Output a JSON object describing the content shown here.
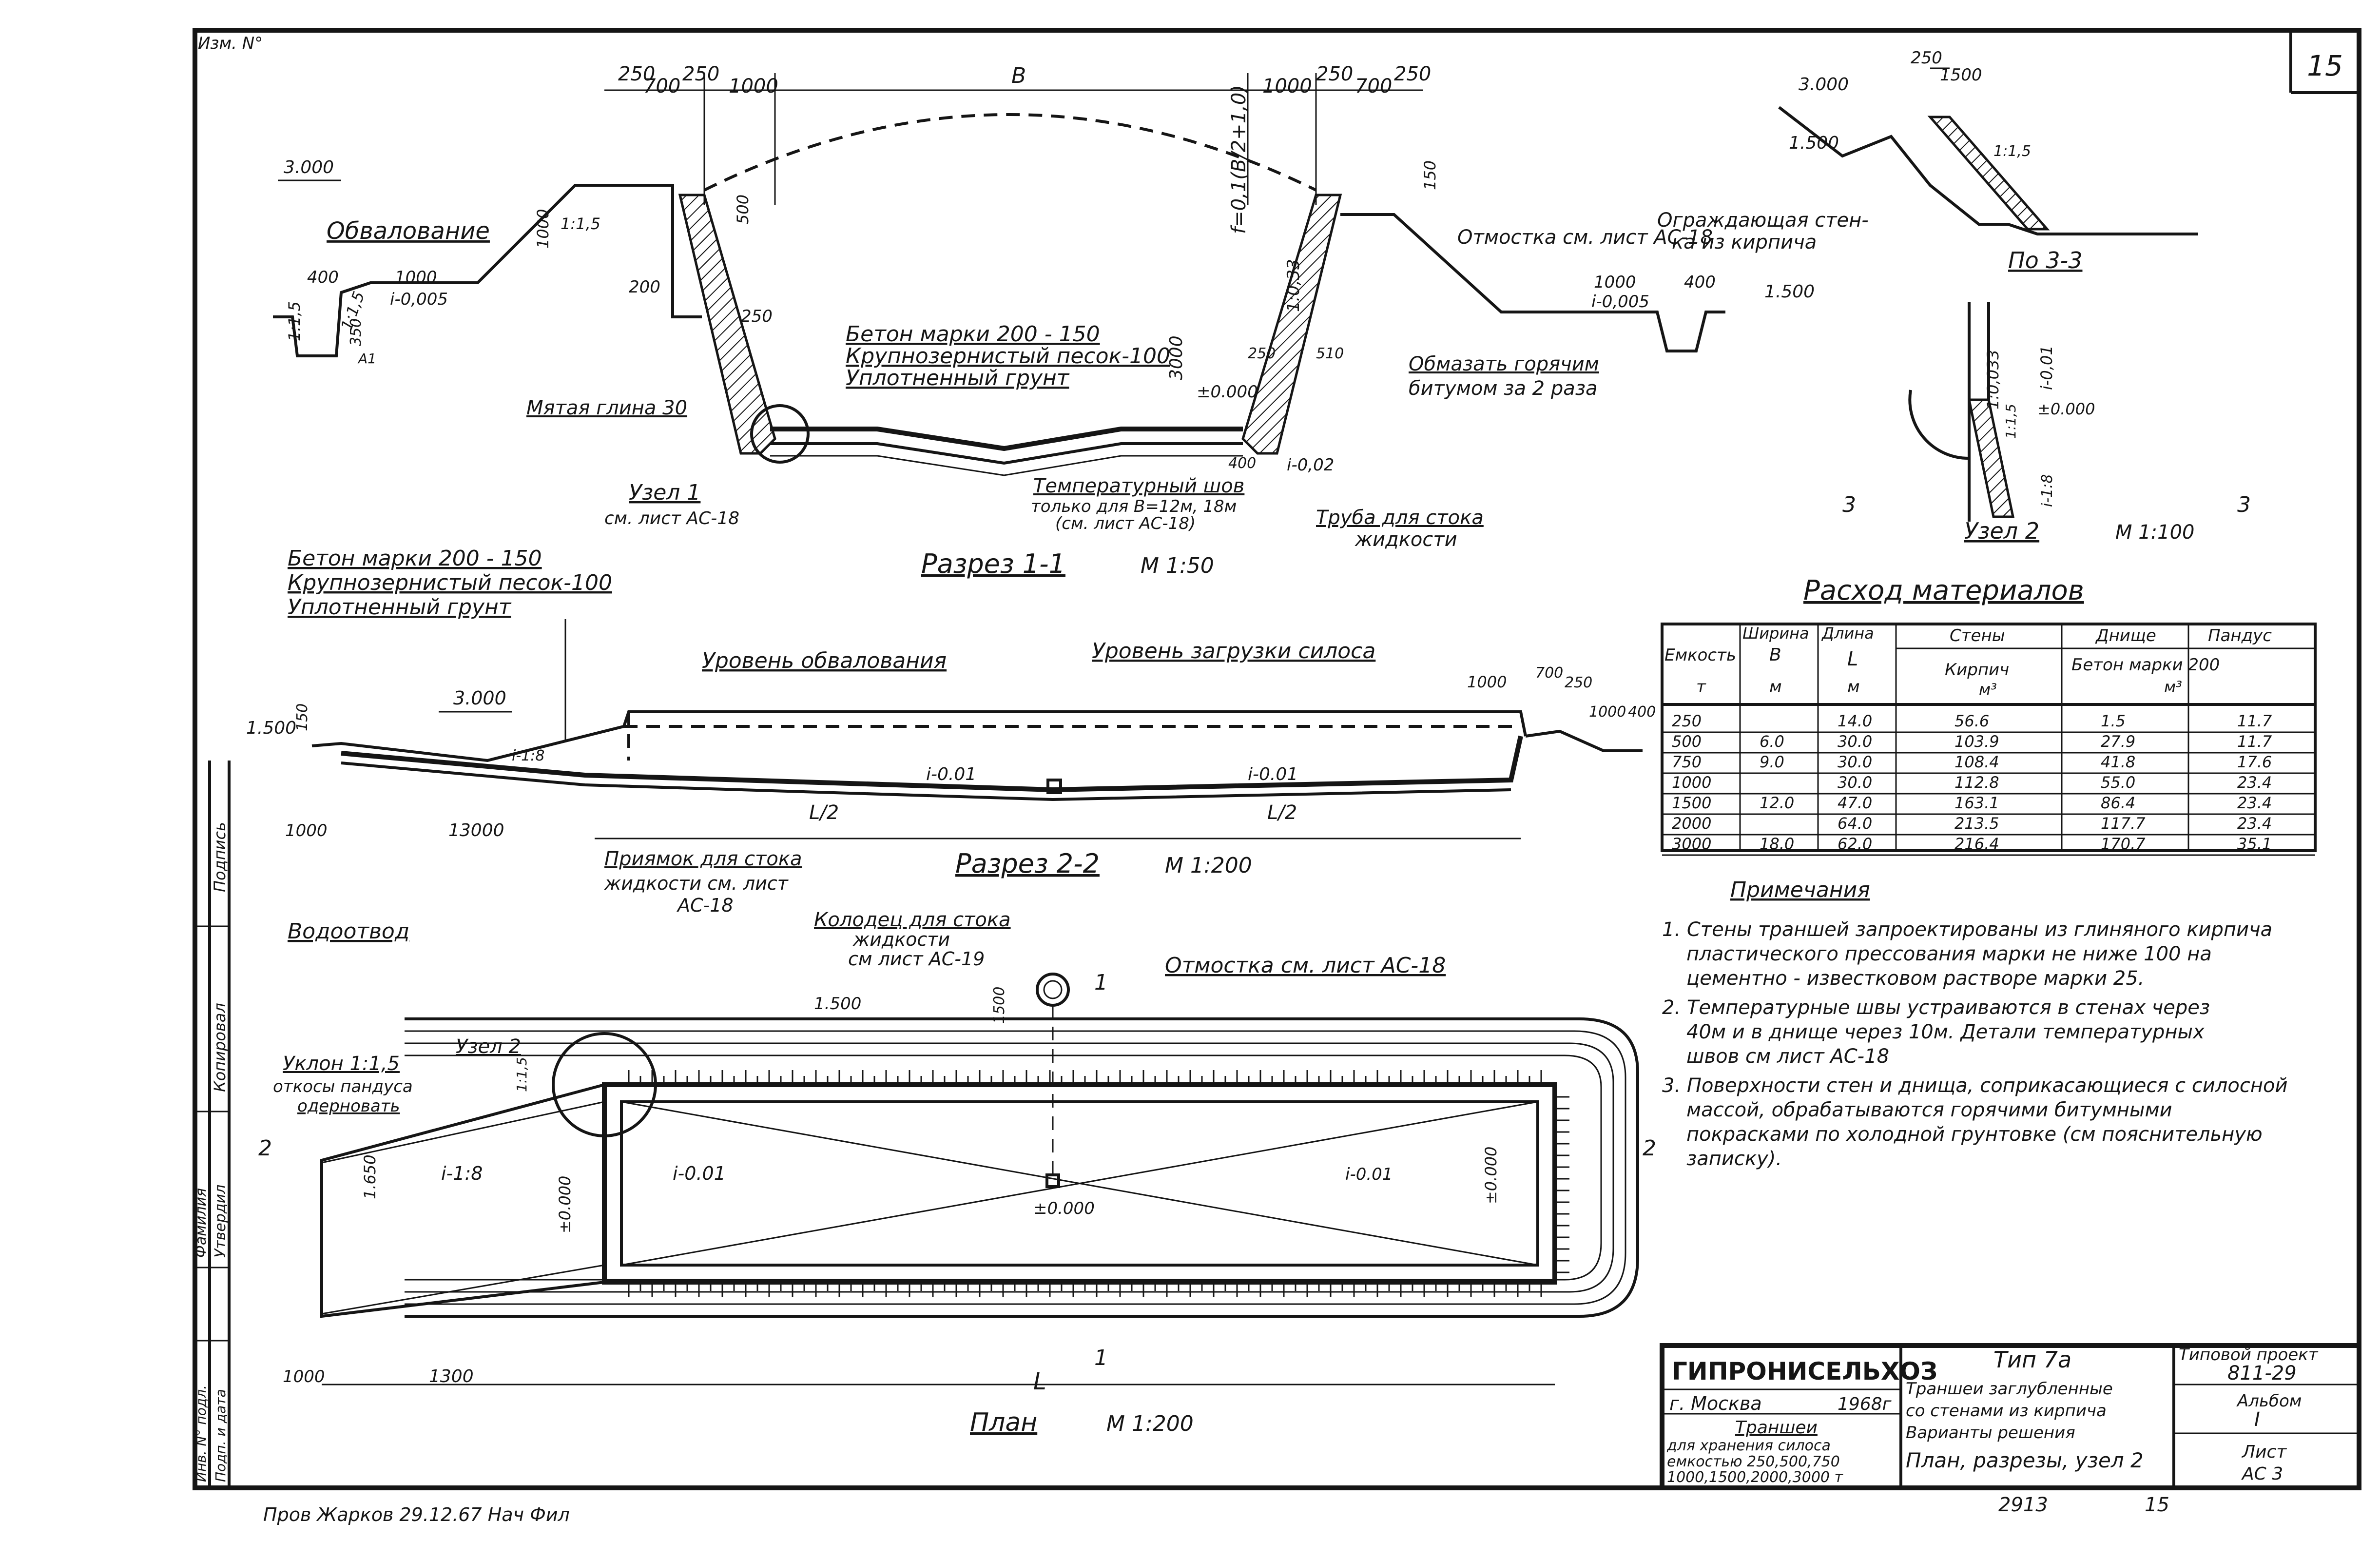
{
  "sheet": {
    "number": "15",
    "stamp_org": "ГИПРОНИСЕЛЬХОЗ",
    "stamp_city": "г. Москва",
    "stamp_year": "1968г",
    "stamp_title_1": "Траншеи",
    "stamp_title_2": "для хранения силоса",
    "stamp_title_3": "емкостью 250,500,750",
    "stamp_title_4": "1000,1500,2000,3000 т",
    "type_label": "Тип 7а",
    "type_desc_1": "Траншеи заглубленные",
    "type_desc_2": "со стенами из кирпича",
    "type_desc_3": "Варианты решения",
    "type_desc_4": "План, разрезы, узел 2",
    "project_label": "Типовой проект",
    "project_no": "811-29",
    "album_label": "Альбом",
    "album_no": "I",
    "sheet_label": "Лист",
    "sheet_no": "АС 3",
    "bottom_code": "2913",
    "bottom_right": "15",
    "signature_line": "Пров  Жарков  29.12.67  Нач  Фил"
  },
  "sidebar": {
    "label_1": "Изм. N°",
    "label_2": "Подпись",
    "label_3": "Копировал",
    "label_4": "Фамилия",
    "label_5": "Утвердил",
    "label_6": "Инв. N° подл.",
    "label_7": "Подп. и дата"
  },
  "section11": {
    "title": "Разрез 1-1",
    "scale": "М 1:50",
    "dim_250a": "250",
    "dim_700a": "700",
    "dim_250b": "250",
    "dim_1000a": "1000",
    "dim_B": "В",
    "dim_1000b": "1000",
    "dim_250c": "250",
    "dim_700b": "700",
    "dim_250d": "250",
    "lvl_3000": "3.000",
    "obvalovanie": "Обвалование",
    "dim_400a": "400",
    "dim_1000c": "1000",
    "slope_i1": "i-0,005",
    "slope_15a": "1:1,5",
    "slope_15b": "1:1,5",
    "slope_15c": "1:1,5",
    "dim_200": "200",
    "dim_1000v": "1000",
    "dim_350": "350",
    "dim_500": "500",
    "dim_250e": "250",
    "dim_A1": "А1",
    "f_formula": "f=0,1(B/2+1,0)",
    "dim_150": "150",
    "otmostka": "Отмостка см. лист АС-18",
    "slope_033": "1:0,33",
    "concrete": "Бетон марки 200 - 150",
    "sand": "Крупнозернистый песок-100",
    "soil": "Уплотненный грунт",
    "dim_3000": "3000",
    "lvl_0000": "±0.000",
    "dim_250f": "250",
    "dim_510": "510",
    "slope_i2": "i-0,005",
    "dim_1000d": "1000",
    "dim_400b": "400",
    "lvl_1500": "1.500",
    "clay": "Мятая глина 30",
    "bitumen_1": "Обмазать горячим",
    "bitumen_2": "битумом за 2 раза",
    "node1_1": "Узел 1",
    "node1_2": "см. лист АС-18",
    "temp_joint_1": "Температурный шов",
    "temp_joint_2": "только для В=12м, 18м",
    "temp_joint_3": "(см. лист АС-18)",
    "dim_400c": "400",
    "slope_002": "i-0,02",
    "pipe_1": "Труба для стока",
    "pipe_2": "жидкости"
  },
  "section33": {
    "title": "По 3-3",
    "dim_250": "250",
    "dim_1500": "1500",
    "lvl_3000": "3.000",
    "lvl_1500": "1.500",
    "slope_15": "1:1,5",
    "wall_1": "Ограждающая стен-",
    "wall_2": "ка из кирпича"
  },
  "node2": {
    "title": "Узел 2",
    "scale": "М 1:100",
    "slope_001": "i-0,01",
    "slope_033": "1:0,033",
    "slope_15": "1:1,5",
    "lvl_0000": "±0.000",
    "slope_18": "i-1:8",
    "mark_3a": "3",
    "mark_3b": "3"
  },
  "materials": {
    "title": "Расход материалов",
    "h_capacity": "Емкость",
    "h_capacity_unit": "т",
    "h_width": "Ширина",
    "h_width_sym": "В",
    "h_width_unit": "м",
    "h_length": "Длина",
    "h_length_sym": "L",
    "h_length_unit": "м",
    "h_walls": "Стены",
    "h_walls_sub": "Кирпич",
    "h_walls_unit": "м³",
    "h_bottom": "Днище",
    "h_ramp": "Пандус",
    "h_concrete": "Бетон марки 200",
    "h_concrete_unit": "м³",
    "rows": [
      {
        "cap": "250",
        "w": "",
        "l": "14.0",
        "walls": "56.6",
        "bottom": "1.5",
        "ramp": "11.7"
      },
      {
        "cap": "500",
        "w": "6.0",
        "l": "30.0",
        "walls": "103.9",
        "bottom": "27.9",
        "ramp": "11.7"
      },
      {
        "cap": "750",
        "w": "9.0",
        "l": "30.0",
        "walls": "108.4",
        "bottom": "41.8",
        "ramp": "17.6"
      },
      {
        "cap": "1000",
        "w": "",
        "l": "30.0",
        "walls": "112.8",
        "bottom": "55.0",
        "ramp": "23.4"
      },
      {
        "cap": "1500",
        "w": "12.0",
        "l": "47.0",
        "walls": "163.1",
        "bottom": "86.4",
        "ramp": "23.4"
      },
      {
        "cap": "2000",
        "w": "",
        "l": "64.0",
        "walls": "213.5",
        "bottom": "117.7",
        "ramp": "23.4"
      },
      {
        "cap": "3000",
        "w": "18.0",
        "l": "62.0",
        "walls": "216.4",
        "bottom": "170.7",
        "ramp": "35.1"
      }
    ]
  },
  "notes": {
    "title": "Примечания",
    "n1_1": "1. Стены траншей запроектированы из глиняного кирпича",
    "n1_2": "пластического прессования марки не ниже 100 на",
    "n1_3": "цементно - известковом растворе марки 25.",
    "n2_1": "2. Температурные швы устраиваются в стенах через",
    "n2_2": "40м и в днище через 10м. Детали температурных",
    "n2_3": "швов см лист  АС-18",
    "n3_1": "3. Поверхности стен и днища, соприкасающиеся с силосной",
    "n3_2": "массой, обрабатываются горячими битумными",
    "n3_3": "покрасками по холодной грунтовке (см пояснительную",
    "n3_4": "записку)."
  },
  "section22": {
    "title": "Разрез 2-2",
    "scale": "М 1:200",
    "concrete": "Бетон марки 200  - 150",
    "sand": "Крупнозернистый песок-100",
    "soil": "Уплотненный грунт",
    "embank_level": "Уровень обвалования",
    "silo_level": "Уровень загрузки силоса",
    "lvl_3000": "3.000",
    "lvl_1500": "1.500",
    "dim_150": "150",
    "slope_18": "i-1:8",
    "slope_001a": "i-0.01",
    "slope_001b": "i-0.01",
    "half_L_a": "L/2",
    "half_L_b": "L/2",
    "dim_1000a": "1000",
    "dim_700": "700",
    "dim_250": "250",
    "dim_1000b": "1000",
    "dim_400": "400",
    "dim_1000c": "1000",
    "dim_13000": "13000",
    "pit_1": "Приямок для стока",
    "pit_2": "жидкости см. лист",
    "pit_3": "АС-18"
  },
  "plan": {
    "title": "План",
    "scale": "М 1:200",
    "drain": "Водоотвод",
    "well_1": "Колодец для стока",
    "well_2": "жидкости",
    "well_3": "см лист  АС-19",
    "otmostka": "Отмостка  см. лист АС-18",
    "lvl_1500": "1.500",
    "dim_1500": "1500",
    "mark_1a": "1",
    "mark_1b": "1",
    "mark_2a": "2",
    "mark_2b": "2",
    "slope_label": "Уклон 1:1,5",
    "ramp_1": "откосы пандуса",
    "ramp_2": "одерновать",
    "node2": "Узел 2",
    "lvl_1650": "1.650",
    "slope_18": "i-1:8",
    "slope_001a": "i-0.01",
    "slope_001b": "i-0.01",
    "lvl_0000a": "±0.000",
    "lvl_0000b": "±0.000",
    "lvl_0000c": "±0.000",
    "dim_1000": "1000",
    "dim_1300": "1300",
    "dim_L": "L",
    "dim_115": "1:1,5"
  }
}
